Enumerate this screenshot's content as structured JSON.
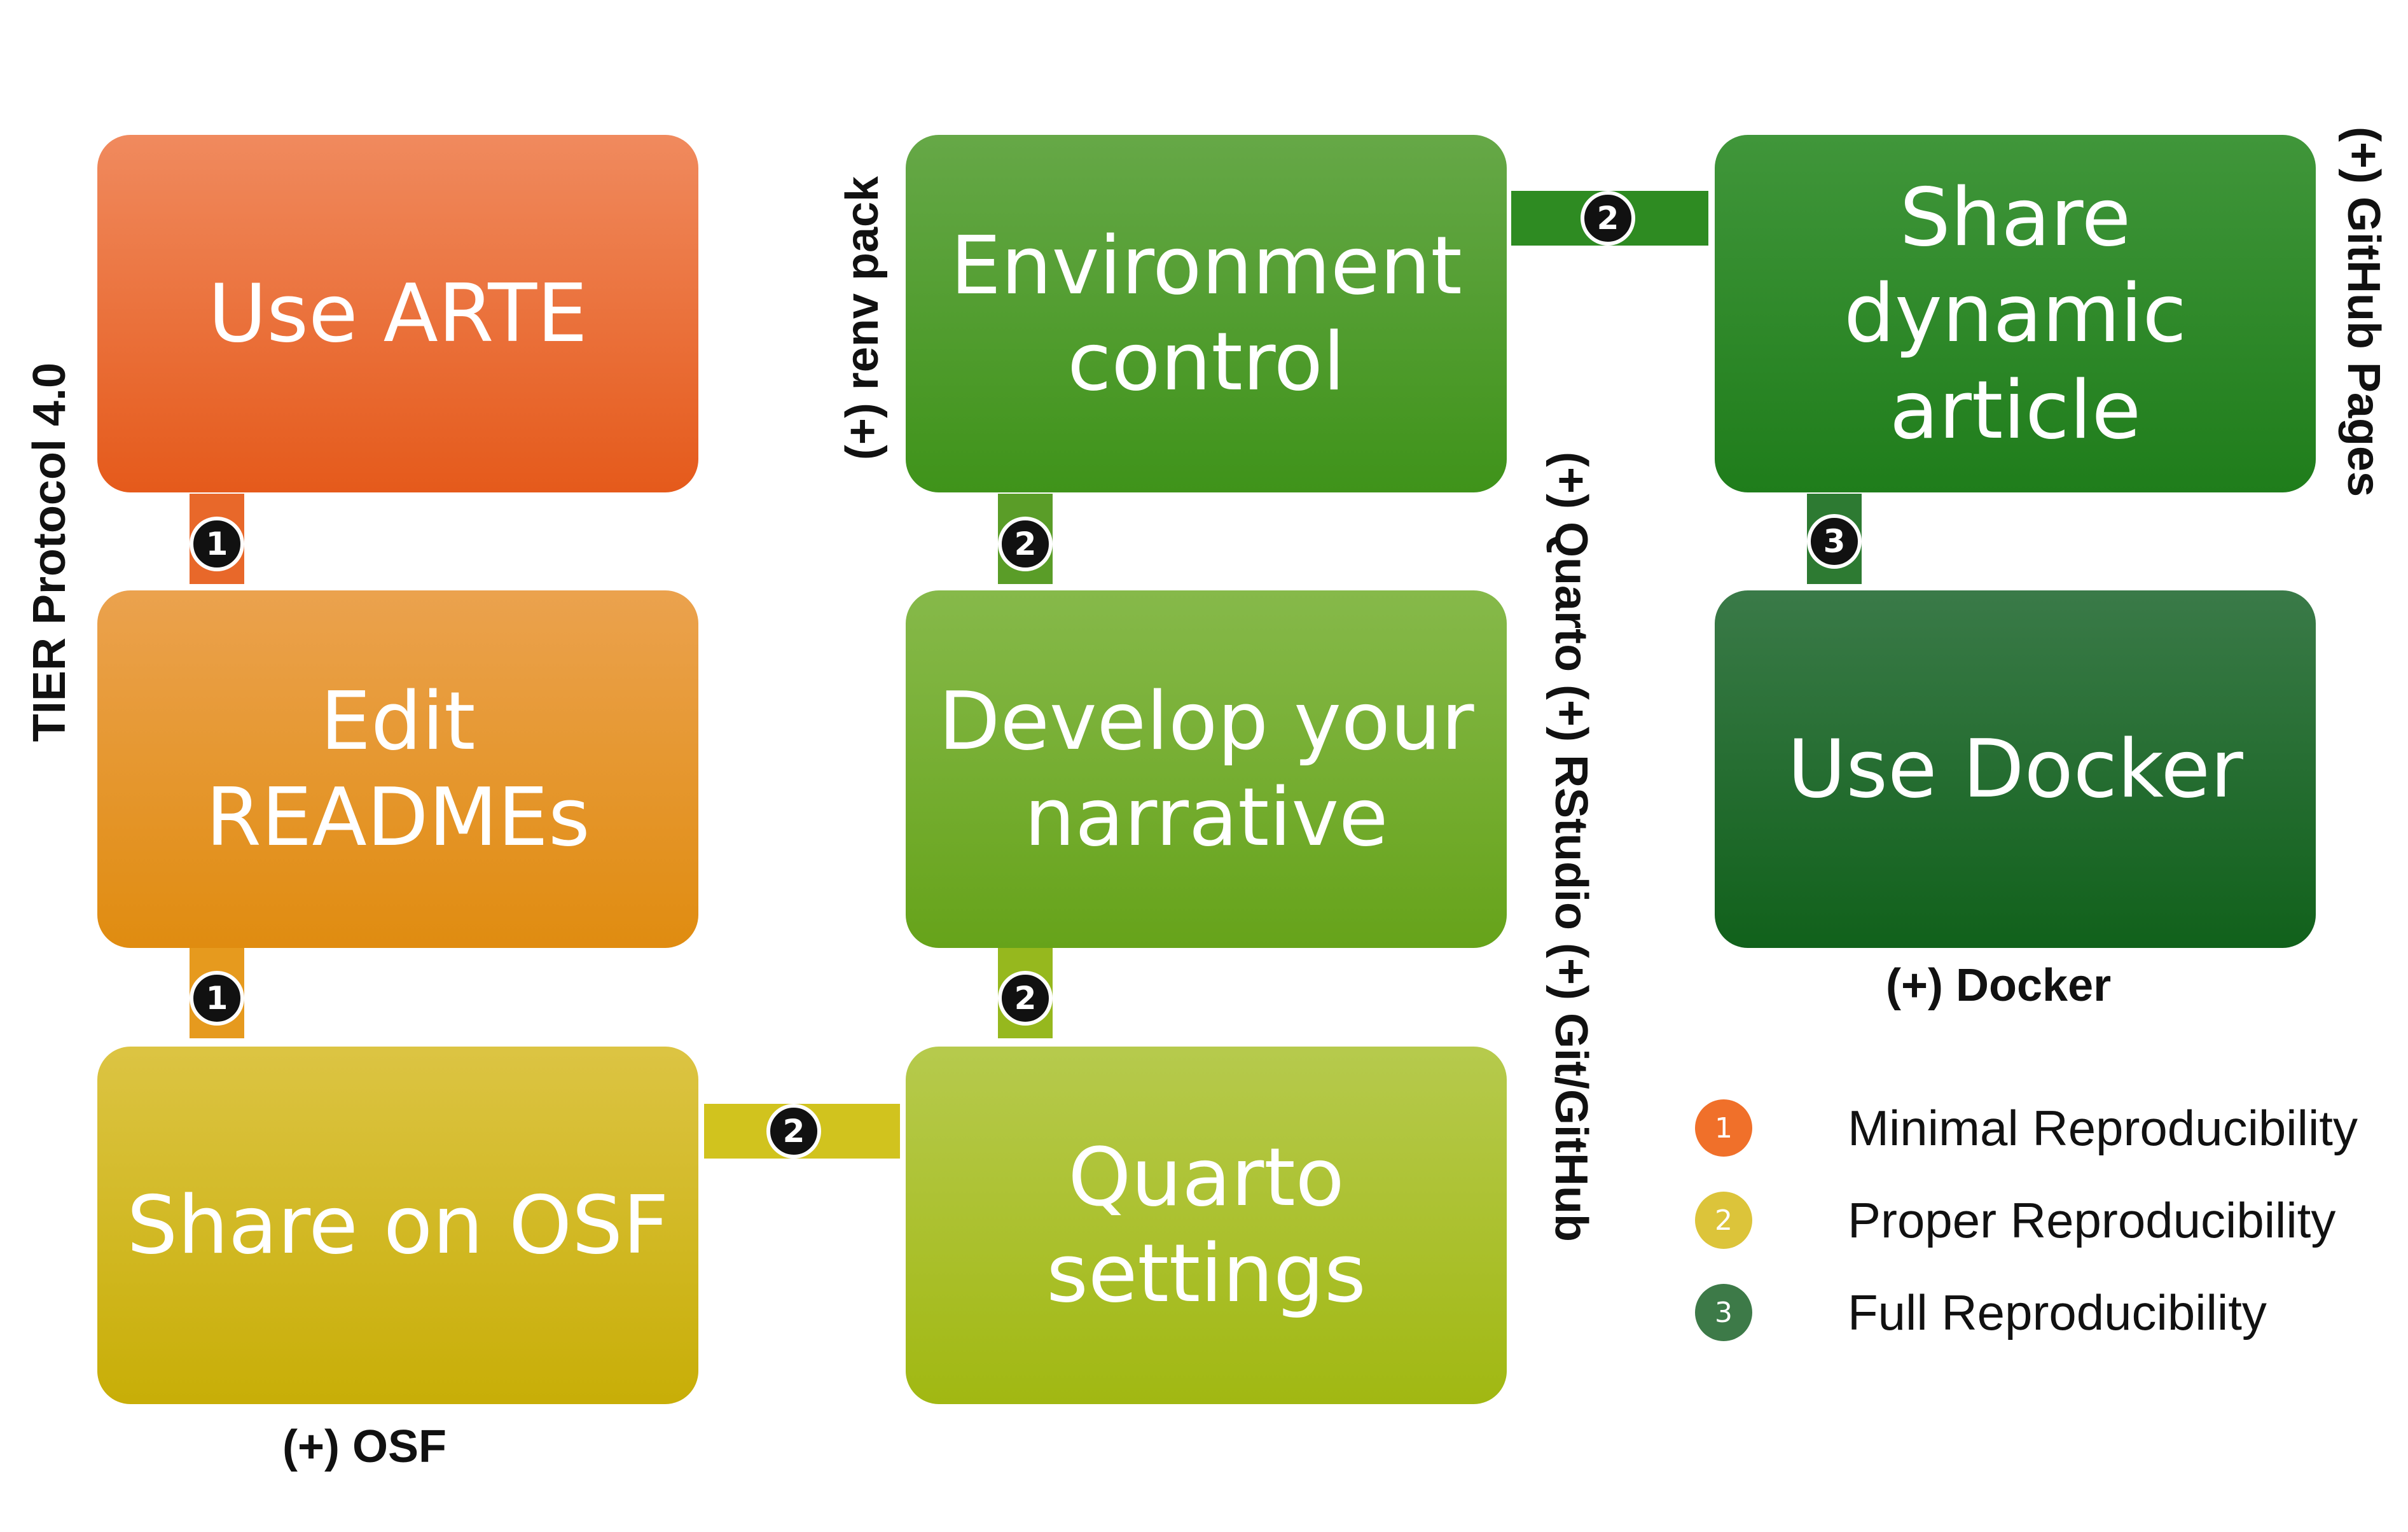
{
  "boxes": {
    "use_arte": {
      "label": "Use ARTE",
      "color_top": "#f08a5e",
      "color_bottom": "#e55a1b"
    },
    "edit_readmes": {
      "label": "Edit\nREADMEs",
      "color_top": "#eba24e",
      "color_bottom": "#e08c10"
    },
    "share_osf": {
      "label": "Share on OSF",
      "color_top": "#dcc443",
      "color_bottom": "#c8ae07"
    },
    "environment_control": {
      "label": "Environment\ncontrol",
      "color_top": "#66a847",
      "color_bottom": "#3f931a"
    },
    "develop_narrative": {
      "label": "Develop your\nnarrative",
      "color_top": "#86b94a",
      "color_bottom": "#66a31a"
    },
    "quarto_settings": {
      "label": "Quarto\nsettings",
      "color_top": "#b6ca4d",
      "color_bottom": "#a1b812"
    },
    "share_dynamic_article": {
      "label": "Share\ndynamic\narticle",
      "color_top": "#40963a",
      "color_bottom": "#1f7d1b"
    },
    "use_docker": {
      "label": "Use Docker",
      "color_top": "#3a7a48",
      "color_bottom": "#11611b"
    }
  },
  "connectors": {
    "arte_readmes": {
      "badge": "1",
      "color": "#e8682a"
    },
    "readmes_osf": {
      "badge": "1",
      "color": "#e69a1e"
    },
    "osf_quarto": {
      "badge": "2",
      "color": "#d1c31e"
    },
    "env_narrative": {
      "badge": "2",
      "color": "#5a9d28"
    },
    "narrative_quarto": {
      "badge": "2",
      "color": "#96b81e"
    },
    "env_dynamic": {
      "badge": "2",
      "color": "#2e8b22"
    },
    "dynamic_docker": {
      "badge": "3",
      "color": "#2d7a32"
    }
  },
  "tool_labels": {
    "tier_protocol": "TIER Protocol 4.0",
    "renv_pack": "(+) renv pack",
    "quarto_rstudio_git": "(+) Quarto (+) RStudio (+) Git/GitHub",
    "github_pages": "(+) GitHub Pages",
    "docker": "(+) Docker",
    "osf": "(+) OSF"
  },
  "legend": [
    {
      "marker": "1",
      "label": "Minimal Reproducibility",
      "color": "#f0702a"
    },
    {
      "marker": "2",
      "label": "Proper Reproducibility",
      "color": "#dcc43a"
    },
    {
      "marker": "3",
      "label": "Full Reproducibility",
      "color": "#3d7a48"
    }
  ]
}
